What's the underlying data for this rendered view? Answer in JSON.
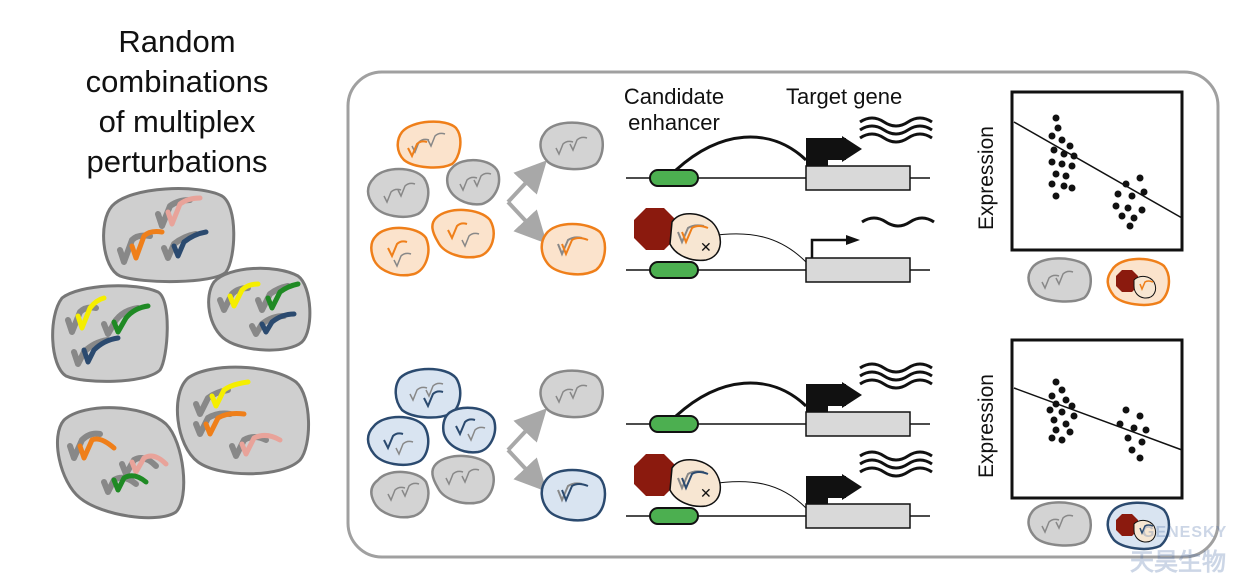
{
  "title": {
    "line1": "Random",
    "line2": "combinations",
    "line3": "of multiplex",
    "line4": "perturbations"
  },
  "labels": {
    "candidate_line1": "Candidate",
    "candidate_line2": "enhancer",
    "target_gene": "Target gene",
    "y_axis_top": "Expression",
    "y_axis_bottom": "Expression"
  },
  "watermark": {
    "latin": "GENESKY",
    "cjk": "天昊生物"
  },
  "colors": {
    "orange": "#ef7f1a",
    "navy": "#2b4a6f",
    "yellow": "#f5ee00",
    "green": "#1f8a24",
    "pink": "#e8a39a",
    "cell_gray": "#d3d3d3",
    "dcas9_red": "#8b1a0e",
    "enhancer_green": "#4caf50",
    "cell_orange_fill": "#fbe3cc",
    "cell_blue_fill": "#d9e4f1"
  }
}
